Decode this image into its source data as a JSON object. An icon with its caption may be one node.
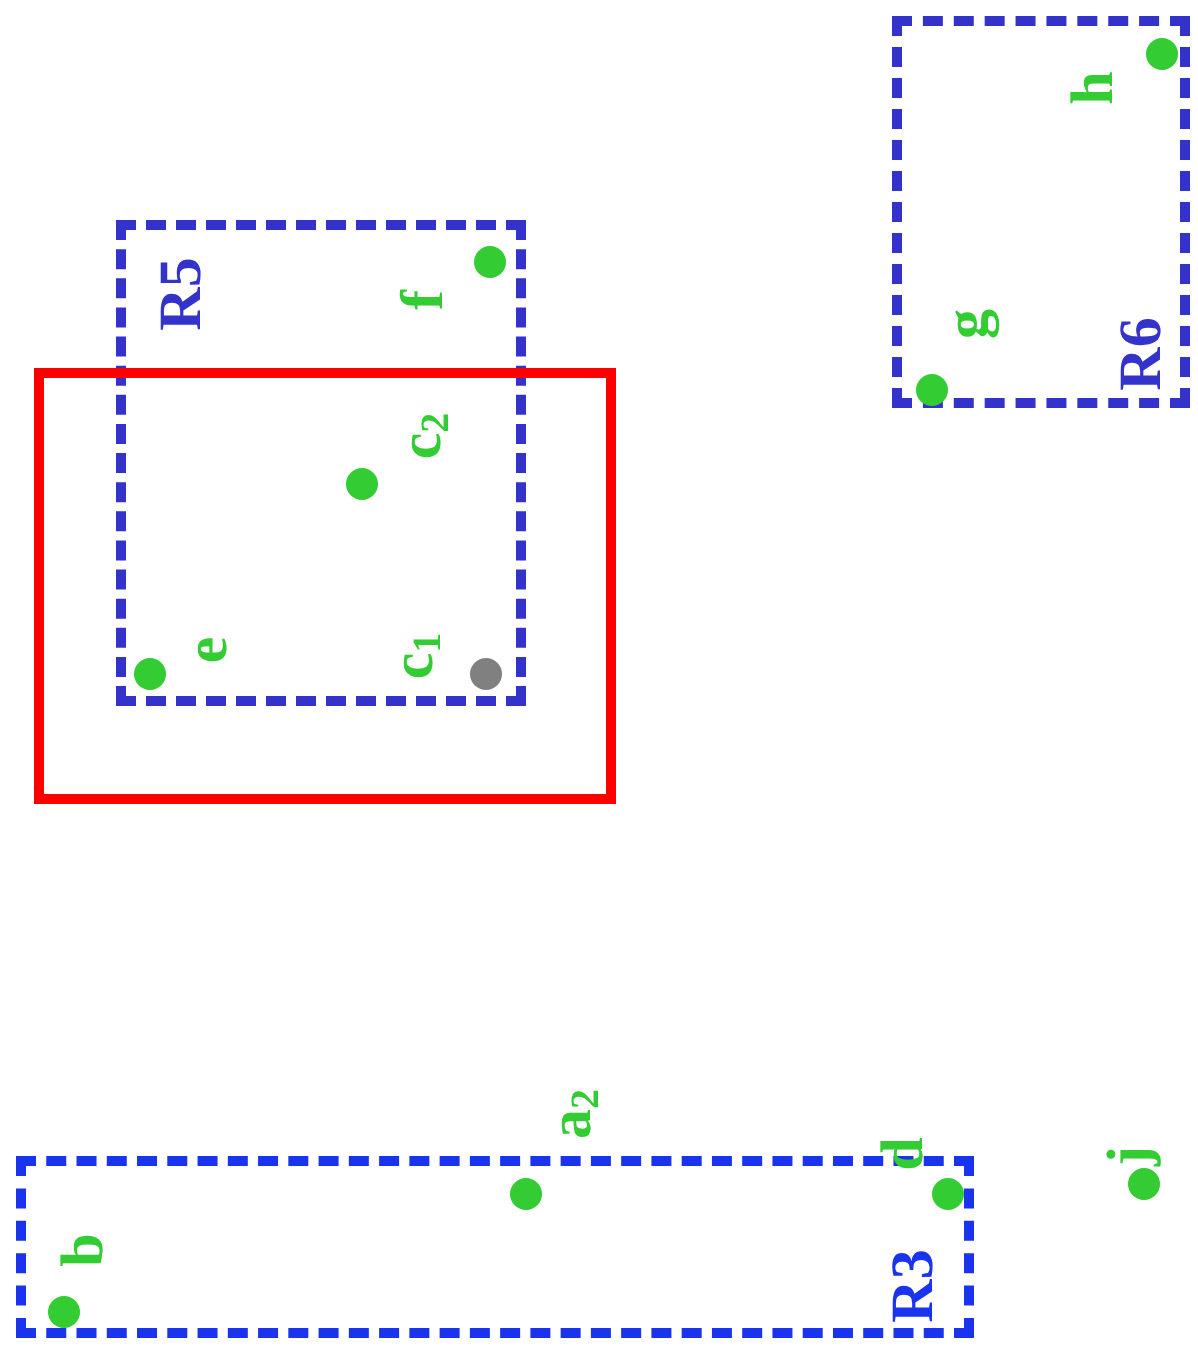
{
  "diagram": {
    "nodes": [
      {
        "text": [
          "R6"
        ]
      },
      {
        "text": [],
        "shape": "circle",
        "beside": [
          "h"
        ],
        "in": 0
      },
      {
        "text": [],
        "shape": "circle",
        "beside": [
          "g"
        ],
        "in": 0
      },
      {
        "text": [
          "R5"
        ]
      },
      {
        "text": [],
        "shape": "circle",
        "beside": [
          "f"
        ],
        "in": 3
      },
      {
        "text": [],
        "shape": "box"
      },
      {
        "text": [],
        "shape": "circle",
        "beside": [
          "c$_{2}$"
        ]
      },
      {
        "text": [],
        "shape": "circle",
        "beside": [
          "e"
        ]
      },
      {
        "text": [],
        "shape": "circle",
        "beside": [
          "c$_{1}$"
        ]
      },
      {
        "text": [
          "R3"
        ]
      },
      {
        "text": [],
        "shape": "circle",
        "beside": [
          "a$_{2}$"
        ],
        "in": 9
      },
      {
        "text": [],
        "shape": "circle",
        "beside": [
          "d"
        ],
        "in": 9
      },
      {
        "text": [],
        "shape": "circle",
        "beside": [
          "j"
        ]
      },
      {
        "text": [],
        "shape": "circle",
        "beside": [
          "b"
        ],
        "in": 9
      }
    ]
  }
}
